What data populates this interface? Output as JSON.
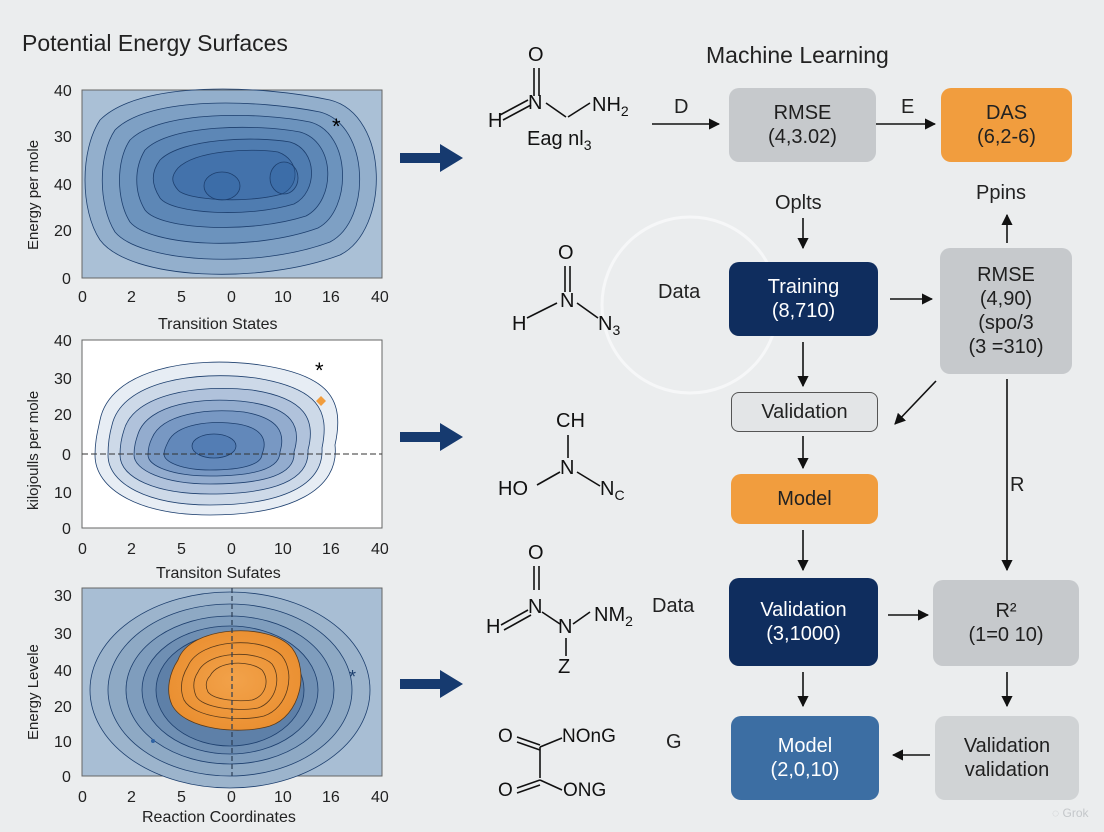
{
  "left_title": "Potential Energy Surfaces",
  "right_title": "Machine Learning",
  "plots": [
    {
      "ylabel": "Energy per mole",
      "xlabel": "Transition States",
      "yticks": [
        "40",
        "30",
        "40",
        "20",
        "0"
      ],
      "xticks": [
        "0",
        "2",
        "5",
        "0",
        "10",
        "16",
        "40"
      ],
      "star": "*"
    },
    {
      "ylabel": "kilojoulls per mole",
      "xlabel": "Transiton Sufates",
      "yticks": [
        "40",
        "30",
        "20",
        "0",
        "10",
        "0"
      ],
      "xticks": [
        "0",
        "2",
        "5",
        "0",
        "10",
        "16",
        "40"
      ],
      "star": "*"
    },
    {
      "ylabel": "Energy Levele",
      "xlabel": "Reaction Coordinates",
      "yticks": [
        "30",
        "30",
        "40",
        "20",
        "10",
        "0"
      ],
      "xticks": [
        "0",
        "2",
        "5",
        "0",
        "10",
        "16",
        "40"
      ],
      "star": "*"
    }
  ],
  "molecules": {
    "m1": {
      "o": "O",
      "n": "N",
      "h": "H",
      "nh2": "NH",
      "nh2_sub": "2",
      "caption": "Eag nl",
      "caption_sub": "3"
    },
    "m2": {
      "o": "O",
      "n": "N",
      "h": "H",
      "n3": "N",
      "n3_sub": "3"
    },
    "m3": {
      "ch": "CH",
      "n": "N",
      "ho": "HO",
      "nc": "N",
      "nc_sub": "C"
    },
    "m4": {
      "o": "O",
      "n1": "N",
      "h": "H",
      "n2": "N",
      "nm2": "NM",
      "nm2_sub": "2",
      "z": "Z"
    },
    "m5": {
      "o1": "O",
      "o2": "O",
      "nong": "NOnG",
      "ong": "ONG"
    }
  },
  "labels": {
    "d": "D",
    "e": "E",
    "oplts": "Oplts",
    "ppins": "Ppins",
    "data1": "Data",
    "data2": "Data",
    "r": "R",
    "g": "G"
  },
  "boxes": {
    "rmse1": {
      "line1": "RMSE",
      "line2": "(4,3.02)"
    },
    "das": {
      "line1": "DAS",
      "line2": "(6,2-6)"
    },
    "training": {
      "line1": "Training",
      "line2": "(8,710)"
    },
    "rmse2": {
      "line1": "RMSE",
      "line2": "(4,90)",
      "line3": "(spo/3",
      "line4": "(3 =310)"
    },
    "validation_outline": {
      "line1": "Validation"
    },
    "model_orange": {
      "line1": "Model"
    },
    "validation_navy": {
      "line1": "Validation",
      "line2": "(3,1000)"
    },
    "r2": {
      "line1": "R²",
      "line2": "(1=0 10)"
    },
    "model_steel": {
      "line1": "Model",
      "line2": "(2,0,10)"
    },
    "validation_gray": {
      "line1": "Validation",
      "line2": "validation"
    }
  },
  "watermark": "Grok",
  "colors": {
    "navy": "#0f2d5e",
    "orange": "#f19d3e",
    "gray": "#c6c9cc",
    "steel": "#3c6ea3",
    "contour_blue": "#2f62a3"
  }
}
